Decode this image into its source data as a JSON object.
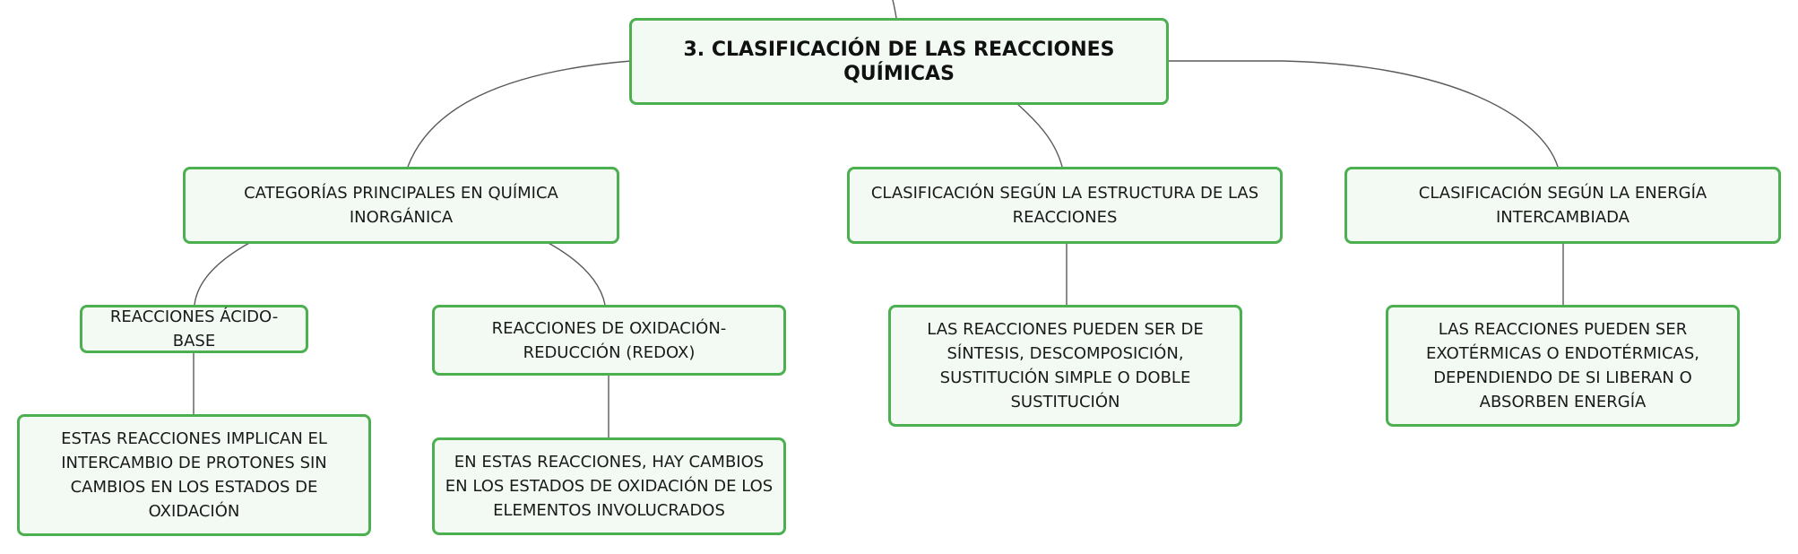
{
  "diagram": {
    "root": {
      "label": "3. CLASIFICACIÓN DE LAS REACCIONES QUÍMICAS"
    },
    "branches": [
      {
        "label": "CATEGORÍAS PRINCIPALES EN QUÍMICA INORGÁNICA",
        "children": [
          {
            "label": "REACCIONES ÁCIDO-BASE",
            "detail": "ESTAS REACCIONES IMPLICAN EL INTERCAMBIO DE PROTONES SIN CAMBIOS EN LOS ESTADOS DE OXIDACIÓN"
          },
          {
            "label": "REACCIONES DE OXIDACIÓN-REDUCCIÓN (REDOX)",
            "detail": "EN ESTAS REACCIONES, HAY CAMBIOS EN LOS ESTADOS DE OXIDACIÓN DE LOS ELEMENTOS INVOLUCRADOS"
          }
        ]
      },
      {
        "label": "CLASIFICACIÓN SEGÚN LA ESTRUCTURA DE LAS REACCIONES",
        "detail": "LAS REACCIONES PUEDEN SER DE SÍNTESIS, DESCOMPOSICIÓN, SUSTITUCIÓN SIMPLE O DOBLE SUSTITUCIÓN"
      },
      {
        "label": "CLASIFICACIÓN SEGÚN LA ENERGÍA INTERCAMBIADA",
        "detail": "LAS REACCIONES PUEDEN SER EXOTÉRMICAS O ENDOTÉRMICAS, DEPENDIENDO DE SI LIBERAN O ABSORBEN ENERGÍA"
      }
    ],
    "colors": {
      "node_border": "#4caf50",
      "node_fill": "#f2faf3",
      "connector": "#5a5a5a"
    }
  }
}
